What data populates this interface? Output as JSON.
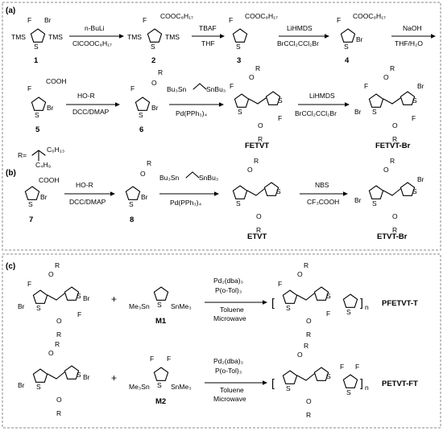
{
  "panels": {
    "a": "(a)",
    "b": "(b)",
    "c": "(c)"
  },
  "compounds": {
    "c1": "1",
    "c2": "2",
    "c3": "3",
    "c4": "4",
    "c5": "5",
    "c6": "6",
    "c7": "7",
    "c8": "8",
    "fetvt": "FETVT",
    "fetvt_br": "FETVT-Br",
    "etvt": "ETVT",
    "etvt_br": "ETVT-Br",
    "m1": "M1",
    "m2": "M2",
    "pfetvt": "PFETVT-T",
    "petvt": "PETVT-FT"
  },
  "reagents": {
    "a1": [
      "n-BuLi",
      "ClCOOC₈H₁₇"
    ],
    "a2": [
      "TBAF",
      "THF"
    ],
    "a3": [
      "LiHMDS",
      "BrCCl₂CCl₂Br"
    ],
    "a4": [
      "NaOH",
      "THF/H₂O"
    ],
    "a5": [
      "HO-R",
      "DCC/DMAP"
    ],
    "a6": [
      "Bu₃Sn",
      "SnBu₃",
      "Pd(PPh₃)₄"
    ],
    "a7": [
      "LiHMDS",
      "BrCCl₂CCl₂Br"
    ],
    "b1": [
      "HO-R",
      "DCC/DMAP"
    ],
    "b2": [
      "Bu₃Sn",
      "SnBu₃",
      "Pd(PPh₃)₄"
    ],
    "b3": [
      "NBS",
      "CF₃COOH"
    ],
    "c1": [
      "Pd₂(dba)₃",
      "P(o-Tol)₃",
      "Toluene",
      "Microwave"
    ],
    "c2": [
      "Pd₂(dba)₃",
      "P(o-Tol)₃",
      "Toluene",
      "Microwave"
    ]
  },
  "atoms": {
    "F": "F",
    "Br": "Br",
    "S": "S",
    "TMS": "TMS",
    "R": "R",
    "O": "O",
    "COOC8H17": "COOC₈H₁₇",
    "COOH": "COOH",
    "Me3Sn": "Me₃Sn",
    "SnMe3": "SnMe₃",
    "plus": "+",
    "n": "n"
  },
  "side_chain": {
    "prefix": "R=",
    "c6": "C₆H₁₃",
    "c4": "C₄H₉"
  }
}
